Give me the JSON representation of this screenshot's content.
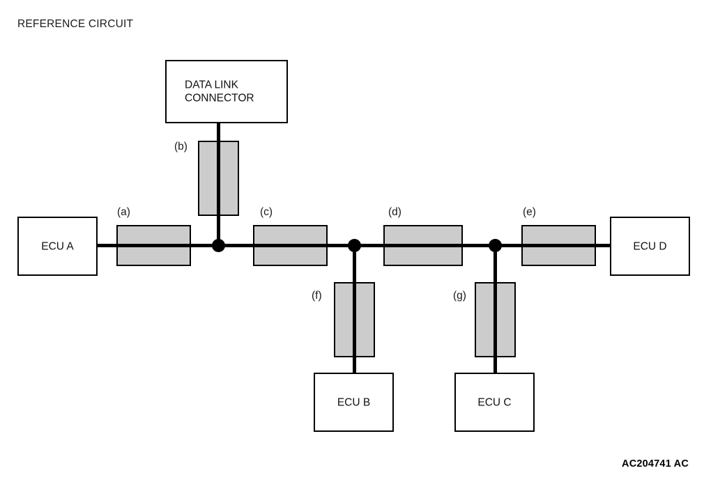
{
  "diagram": {
    "title": "REFERENCE CIRCUIT",
    "reference_code": "AC204741 AC",
    "colors": {
      "connector_fill": "#cccccc",
      "line": "#000000",
      "box_fill": "#ffffff",
      "text": "#1a1a1a"
    },
    "nodes": [
      {
        "id": "dlc",
        "label": "DATA LINK\nCONNECTOR"
      },
      {
        "id": "ecu_a",
        "label": "ECU A"
      },
      {
        "id": "ecu_b",
        "label": "ECU B"
      },
      {
        "id": "ecu_c",
        "label": "ECU C"
      },
      {
        "id": "ecu_d",
        "label": "ECU D"
      }
    ],
    "connectors": [
      {
        "id": "a",
        "label": "(a)",
        "orientation": "horizontal",
        "on_branch": "ecu-a-to-junction-1"
      },
      {
        "id": "b",
        "label": "(b)",
        "orientation": "vertical",
        "on_branch": "dlc-to-junction-1"
      },
      {
        "id": "c",
        "label": "(c)",
        "orientation": "horizontal",
        "on_branch": "junction-1-to-junction-2"
      },
      {
        "id": "d",
        "label": "(d)",
        "orientation": "horizontal",
        "on_branch": "junction-2-to-junction-3"
      },
      {
        "id": "e",
        "label": "(e)",
        "orientation": "horizontal",
        "on_branch": "junction-3-to-ecu-d"
      },
      {
        "id": "f",
        "label": "(f)",
        "orientation": "vertical",
        "on_branch": "junction-2-to-ecu-b"
      },
      {
        "id": "g",
        "label": "(g)",
        "orientation": "vertical",
        "on_branch": "junction-3-to-ecu-c"
      }
    ],
    "junctions": [
      {
        "id": "junction-1"
      },
      {
        "id": "junction-2"
      },
      {
        "id": "junction-3"
      }
    ]
  }
}
